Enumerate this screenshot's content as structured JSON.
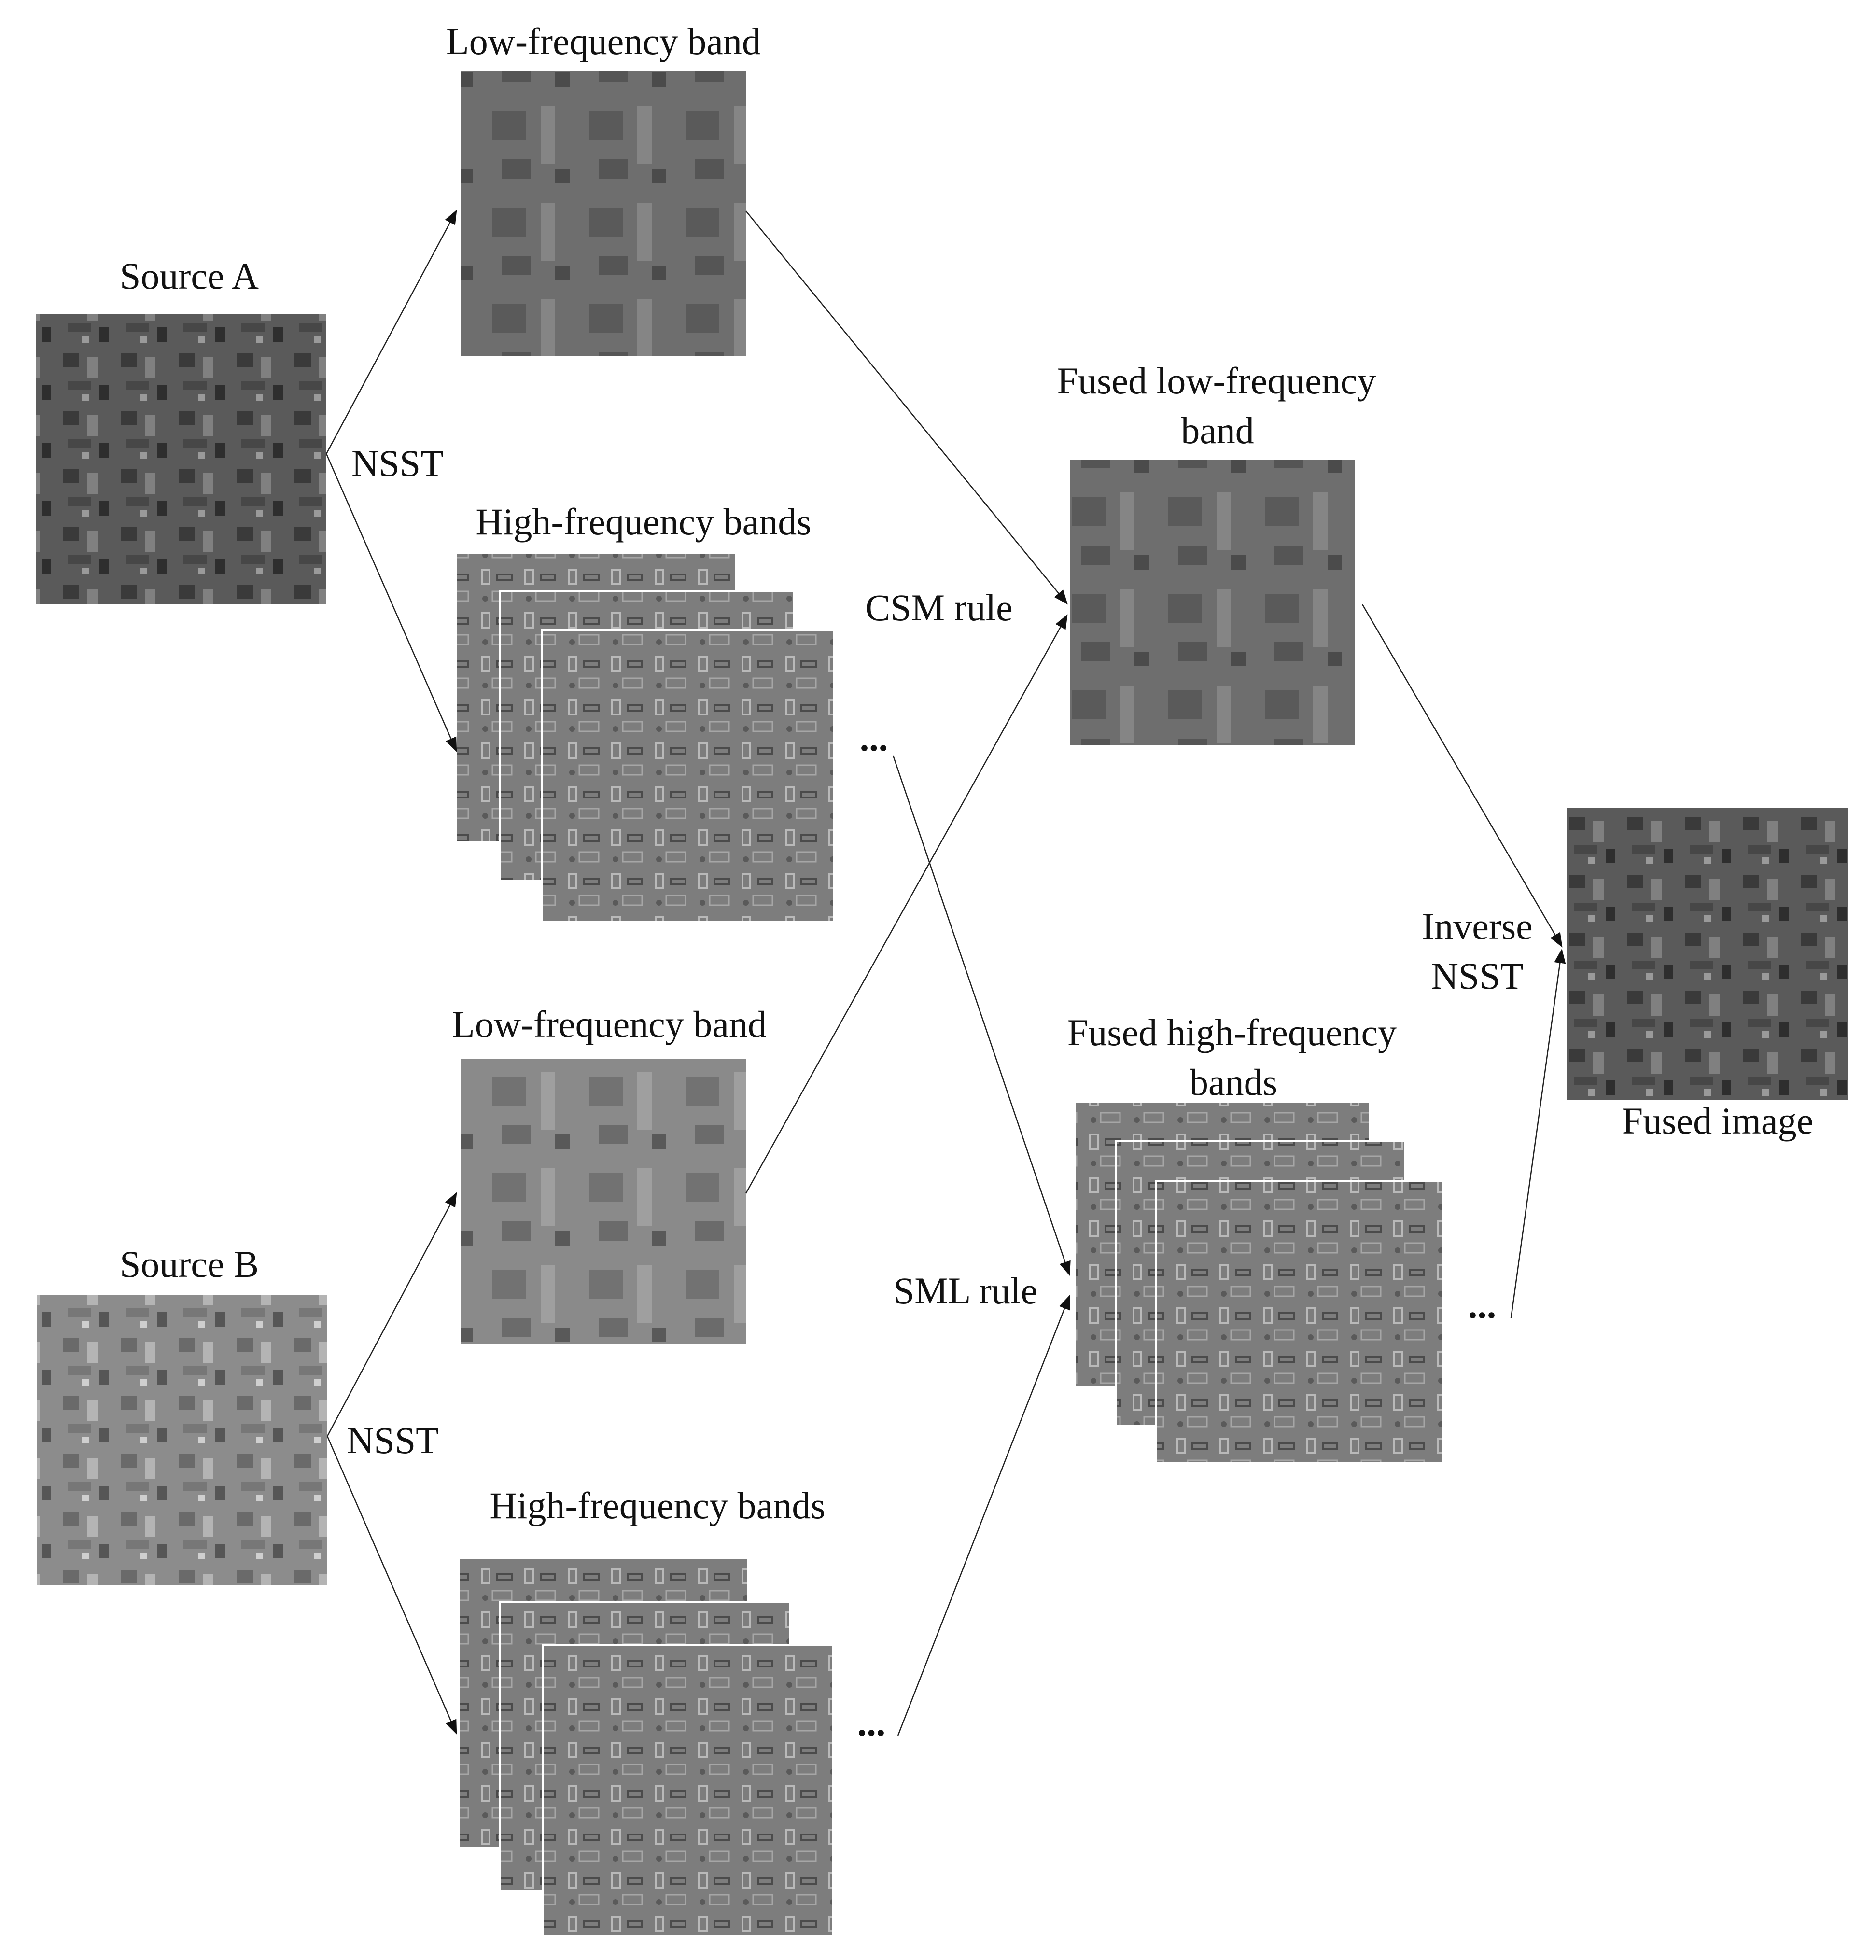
{
  "labels": {
    "source_a": "Source A",
    "source_b": "Source B",
    "nsst_a": "NSST",
    "nsst_b": "NSST",
    "low_band_a": "Low-frequency band",
    "high_bands_a": "High-frequency bands",
    "low_band_b": "Low-frequency band",
    "high_bands_b": "High-frequency bands",
    "csm_rule": "CSM rule",
    "sml_rule": "SML rule",
    "fused_low_line1": "Fused low-frequency",
    "fused_low_line2": "band",
    "fused_high_line1": "Fused high-frequency",
    "fused_high_line2": "bands",
    "inverse_line1": "Inverse",
    "inverse_line2": "NSST",
    "fused_image": "Fused image",
    "ellipsis": "..."
  },
  "images": {
    "source_a": "aerial source image A (darker)",
    "source_b": "aerial source image B (lighter)",
    "low_band_a": "blurred low-frequency image A",
    "low_band_b": "blurred low-frequency image B",
    "high_bands_a": "stack of three embossed high-frequency images A",
    "high_bands_b": "stack of three embossed high-frequency images B",
    "fused_low": "blurred fused low-frequency image",
    "fused_high": "stack of three embossed fused high-frequency images",
    "fused_image": "final fused aerial image"
  },
  "colors": {
    "background": "#ffffff",
    "text": "#111111",
    "connector": "#222222"
  }
}
